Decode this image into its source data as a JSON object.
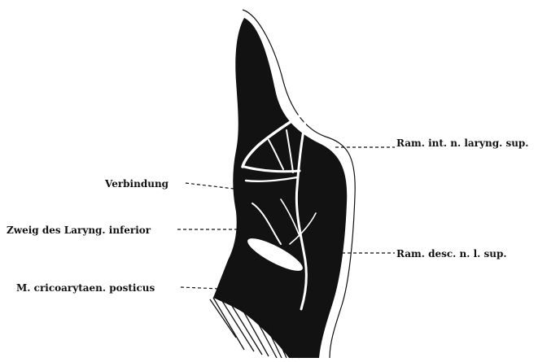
{
  "figure": {
    "labels": {
      "ram_int": "Ram. int. n. laryng. sup.",
      "verbindung": "Verbindung",
      "zweig": "Zweig des Laryng. inferior",
      "ram_desc": "Ram. desc. n. l. sup.",
      "m_crico": "M. cricoarytaen. posticus"
    }
  },
  "colors": {
    "ink": "#111111",
    "background": "#ffffff"
  }
}
